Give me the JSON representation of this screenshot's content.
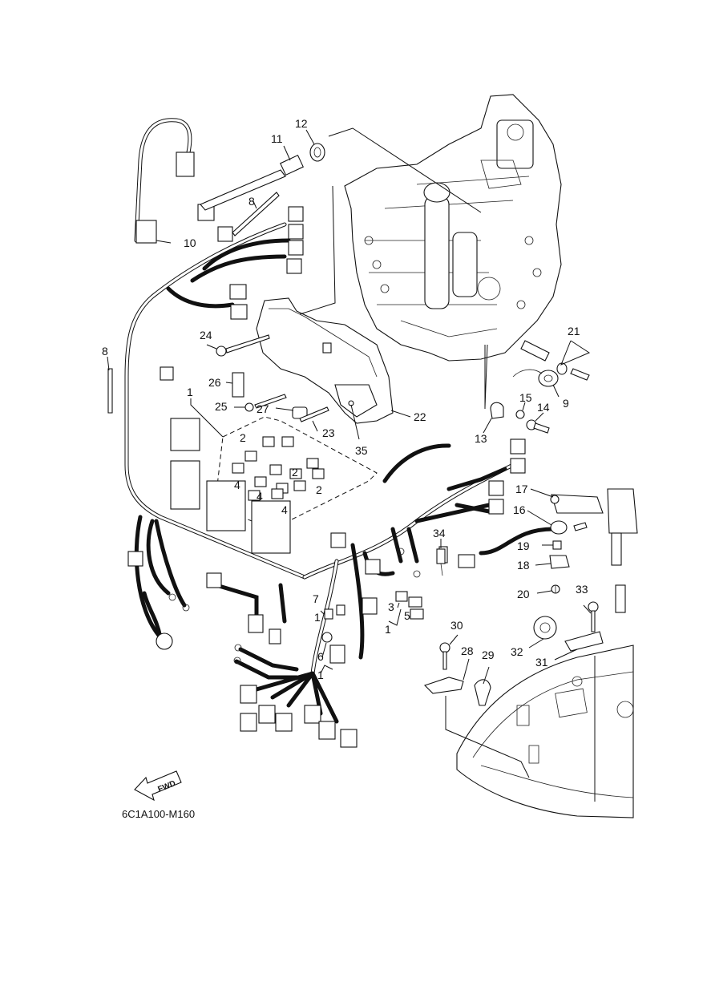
{
  "diagram": {
    "code": "6C1A100-M160",
    "fwd_label": "FWD",
    "callouts": [
      {
        "id": "c1a",
        "text": "1"
      },
      {
        "id": "c1b",
        "text": "1"
      },
      {
        "id": "c1c",
        "text": "1"
      },
      {
        "id": "c1d",
        "text": "1"
      },
      {
        "id": "c2a",
        "text": "2"
      },
      {
        "id": "c2b",
        "text": "2"
      },
      {
        "id": "c2c",
        "text": "2"
      },
      {
        "id": "c3",
        "text": "3"
      },
      {
        "id": "c4a",
        "text": "4"
      },
      {
        "id": "c4b",
        "text": "4"
      },
      {
        "id": "c4c",
        "text": "4"
      },
      {
        "id": "c5",
        "text": "5"
      },
      {
        "id": "c6",
        "text": "6"
      },
      {
        "id": "c7",
        "text": "7"
      },
      {
        "id": "c8a",
        "text": "8"
      },
      {
        "id": "c8b",
        "text": "8"
      },
      {
        "id": "c9",
        "text": "9"
      },
      {
        "id": "c10",
        "text": "10"
      },
      {
        "id": "c11",
        "text": "11"
      },
      {
        "id": "c12",
        "text": "12"
      },
      {
        "id": "c13",
        "text": "13"
      },
      {
        "id": "c14",
        "text": "14"
      },
      {
        "id": "c15",
        "text": "15"
      },
      {
        "id": "c16",
        "text": "16"
      },
      {
        "id": "c17",
        "text": "17"
      },
      {
        "id": "c18",
        "text": "18"
      },
      {
        "id": "c19",
        "text": "19"
      },
      {
        "id": "c20",
        "text": "20"
      },
      {
        "id": "c21",
        "text": "21"
      },
      {
        "id": "c22",
        "text": "22"
      },
      {
        "id": "c23",
        "text": "23"
      },
      {
        "id": "c24",
        "text": "24"
      },
      {
        "id": "c25",
        "text": "25"
      },
      {
        "id": "c26",
        "text": "26"
      },
      {
        "id": "c27",
        "text": "27"
      },
      {
        "id": "c28",
        "text": "28"
      },
      {
        "id": "c29",
        "text": "29"
      },
      {
        "id": "c30",
        "text": "30"
      },
      {
        "id": "c31",
        "text": "31"
      },
      {
        "id": "c32",
        "text": "32"
      },
      {
        "id": "c33",
        "text": "33"
      },
      {
        "id": "c34",
        "text": "34"
      },
      {
        "id": "c35",
        "text": "35"
      }
    ]
  }
}
